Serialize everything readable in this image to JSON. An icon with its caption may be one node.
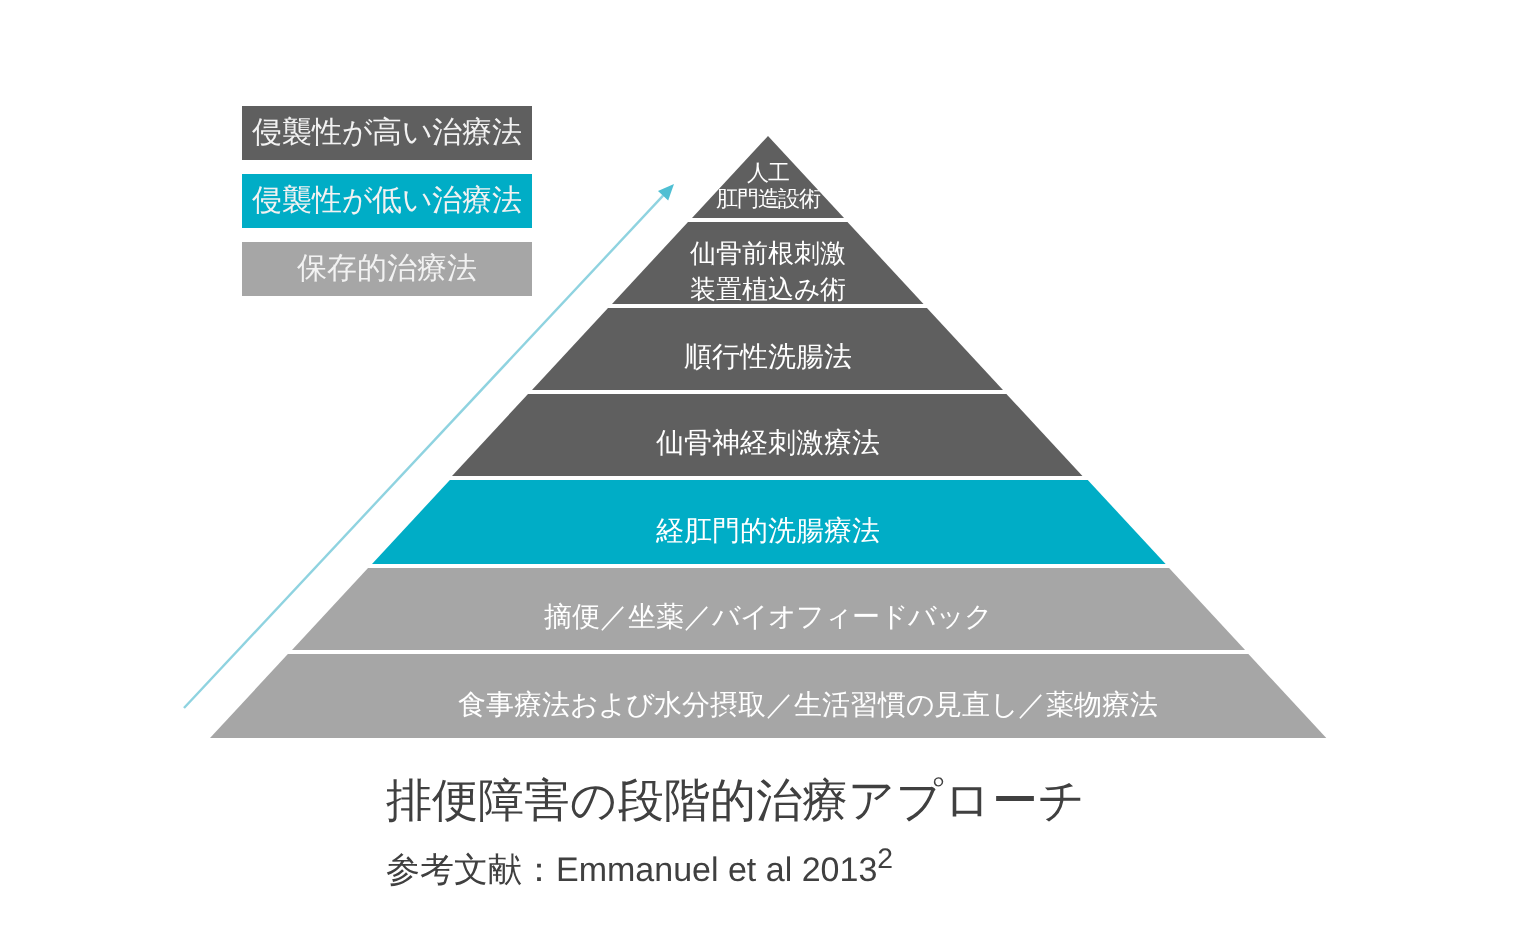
{
  "diagram": {
    "title": "排便障害の段階的治療アプローチ",
    "caption": "参考文献：Emmanuel et al 2013$^{2}$",
    "nodes": [
      {
        "text": [
          "人工肛門造設術"
        ]
      },
      {
        "text": [
          "仙骨前根刺激装置植込み術"
        ]
      },
      {
        "text": [
          "順行性洗腸法"
        ]
      },
      {
        "text": [
          "仙骨神経刺激療法"
        ]
      },
      {
        "text": [
          "経肛門的洗腸療法"
        ]
      },
      {
        "text": [
          "摘便／坐薬／バイオフィードバック"
        ]
      },
      {
        "text": [
          "食事療法および水分摂取／生活習慣の見直し／薬物療法"
        ]
      }
    ],
    "legend": [
      {
        "text": "侵襲性が高い治療法",
        "color": "#5f5f5f"
      },
      {
        "text": "侵襲性が低い治療法",
        "color": "#00adc6"
      },
      {
        "text": "保存的治療法",
        "color": "#a6a6a6"
      }
    ]
  }
}
